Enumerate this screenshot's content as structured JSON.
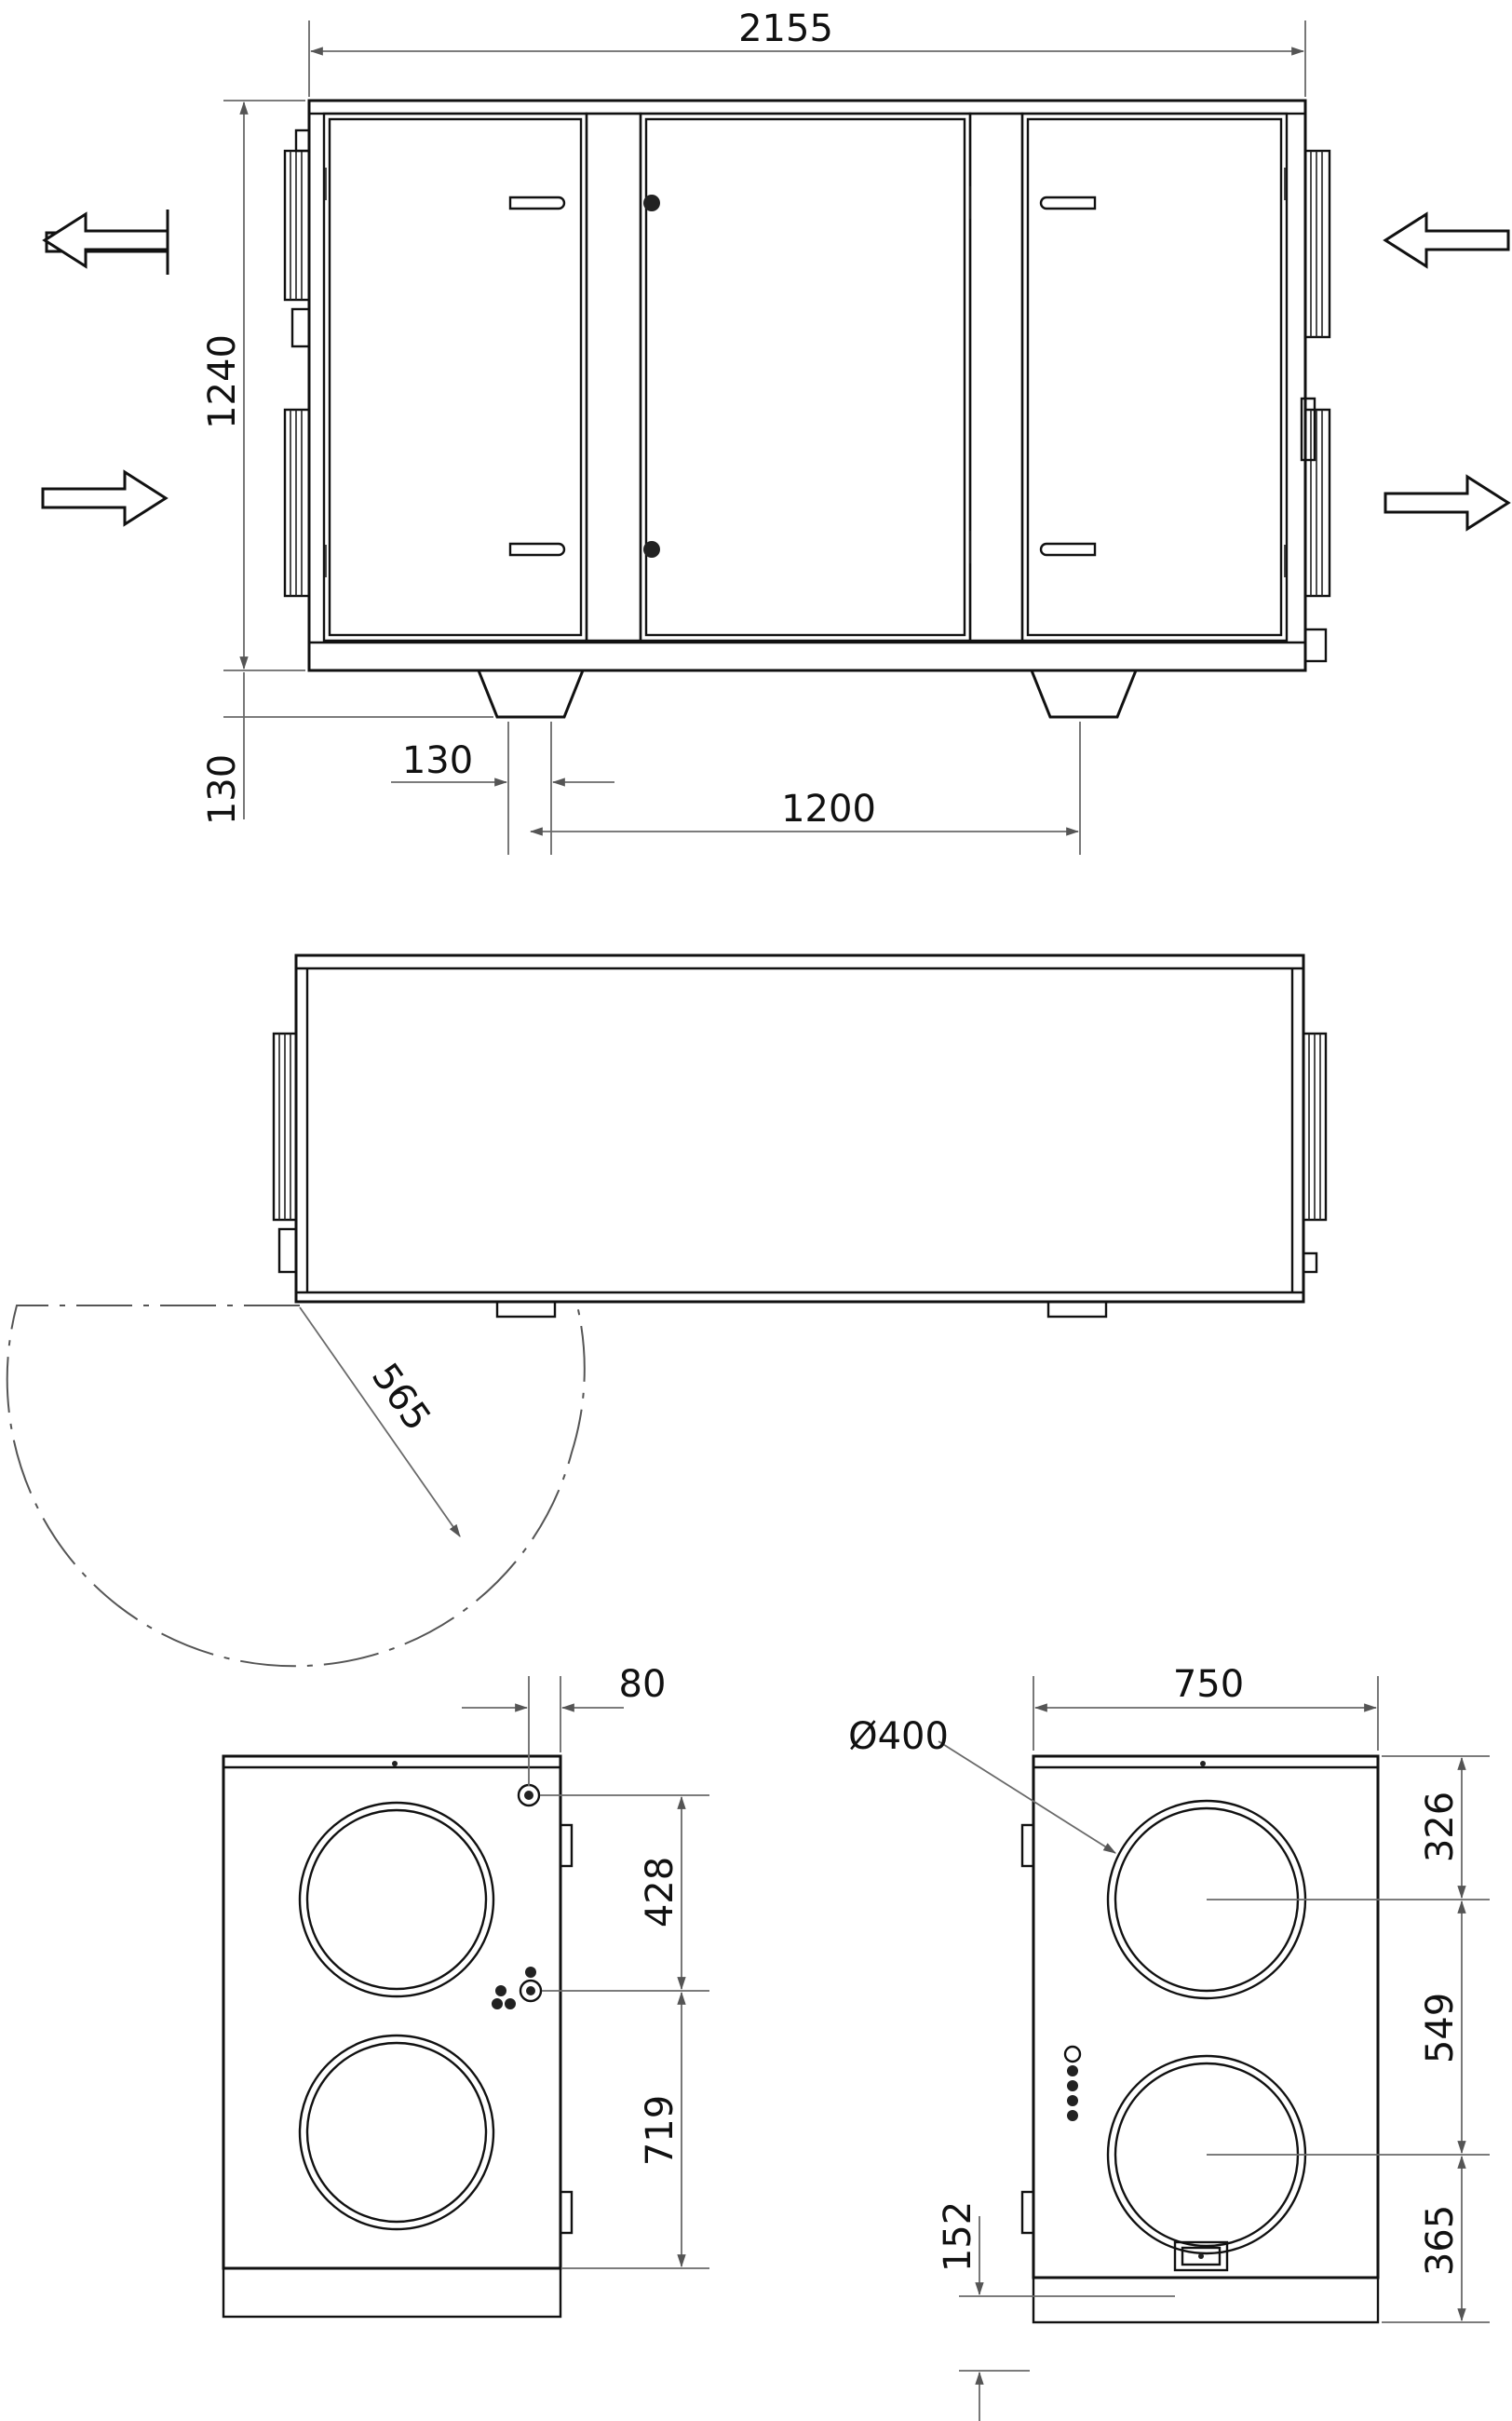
{
  "views": {
    "front": {
      "width_label": "2155",
      "height_label": "1240",
      "foot_height_label": "130",
      "foot_width_label": "130",
      "foot_spacing_label": "1200"
    },
    "top": {
      "door_swing_label": "565"
    },
    "left_side": {
      "offset_label": "80",
      "upper_spacing_label": "428",
      "lower_spacing_label": "719"
    },
    "right_side": {
      "width_label": "750",
      "duct_diameter_label": "Ø400",
      "top_offset_label": "326",
      "duct_spacing_label": "549",
      "bottom_offset_label": "365",
      "drain_height_label": "152"
    }
  },
  "icons": {
    "left_arrows": [
      "arrow-left-outlined-icon",
      "arrow-right-outlined-icon"
    ],
    "right_arrows": [
      "arrow-left-outlined-icon",
      "arrow-right-outlined-icon"
    ]
  }
}
